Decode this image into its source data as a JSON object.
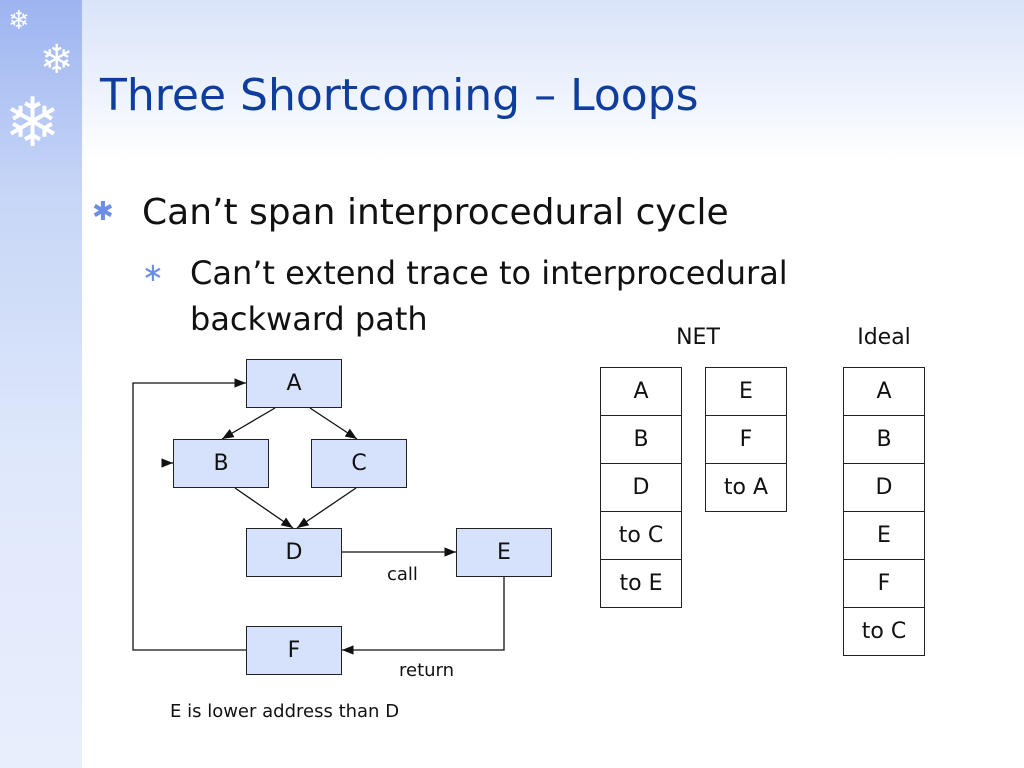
{
  "slide": {
    "title": "Three Shortcoming – Loops",
    "bullet_level1": "Can’t span interprocedural cycle",
    "bullet_level2": "Can’t extend trace to interprocedural backward path"
  },
  "diagram": {
    "nodes": {
      "A": "A",
      "B": "B",
      "C": "C",
      "D": "D",
      "E": "E",
      "F": "F"
    },
    "edge_labels": {
      "call": "call",
      "return": "return"
    },
    "note": "E is lower address than D"
  },
  "tables": {
    "net_header": "NET",
    "ideal_header": "Ideal",
    "net_trace_1": [
      "A",
      "B",
      "D",
      "to C",
      "to E"
    ],
    "net_trace_2": [
      "E",
      "F",
      "to A"
    ],
    "ideal_trace": [
      "A",
      "B",
      "D",
      "E",
      "F",
      "to C"
    ]
  },
  "colors": {
    "title": "#0e3d9e",
    "bullet_mark": "#6b8de6",
    "node_fill": "#d6e2fb",
    "sidebar": "#9db4f0"
  },
  "icons": {
    "bullet": "asterisk-icon",
    "decoration": "snowflake-icon"
  }
}
